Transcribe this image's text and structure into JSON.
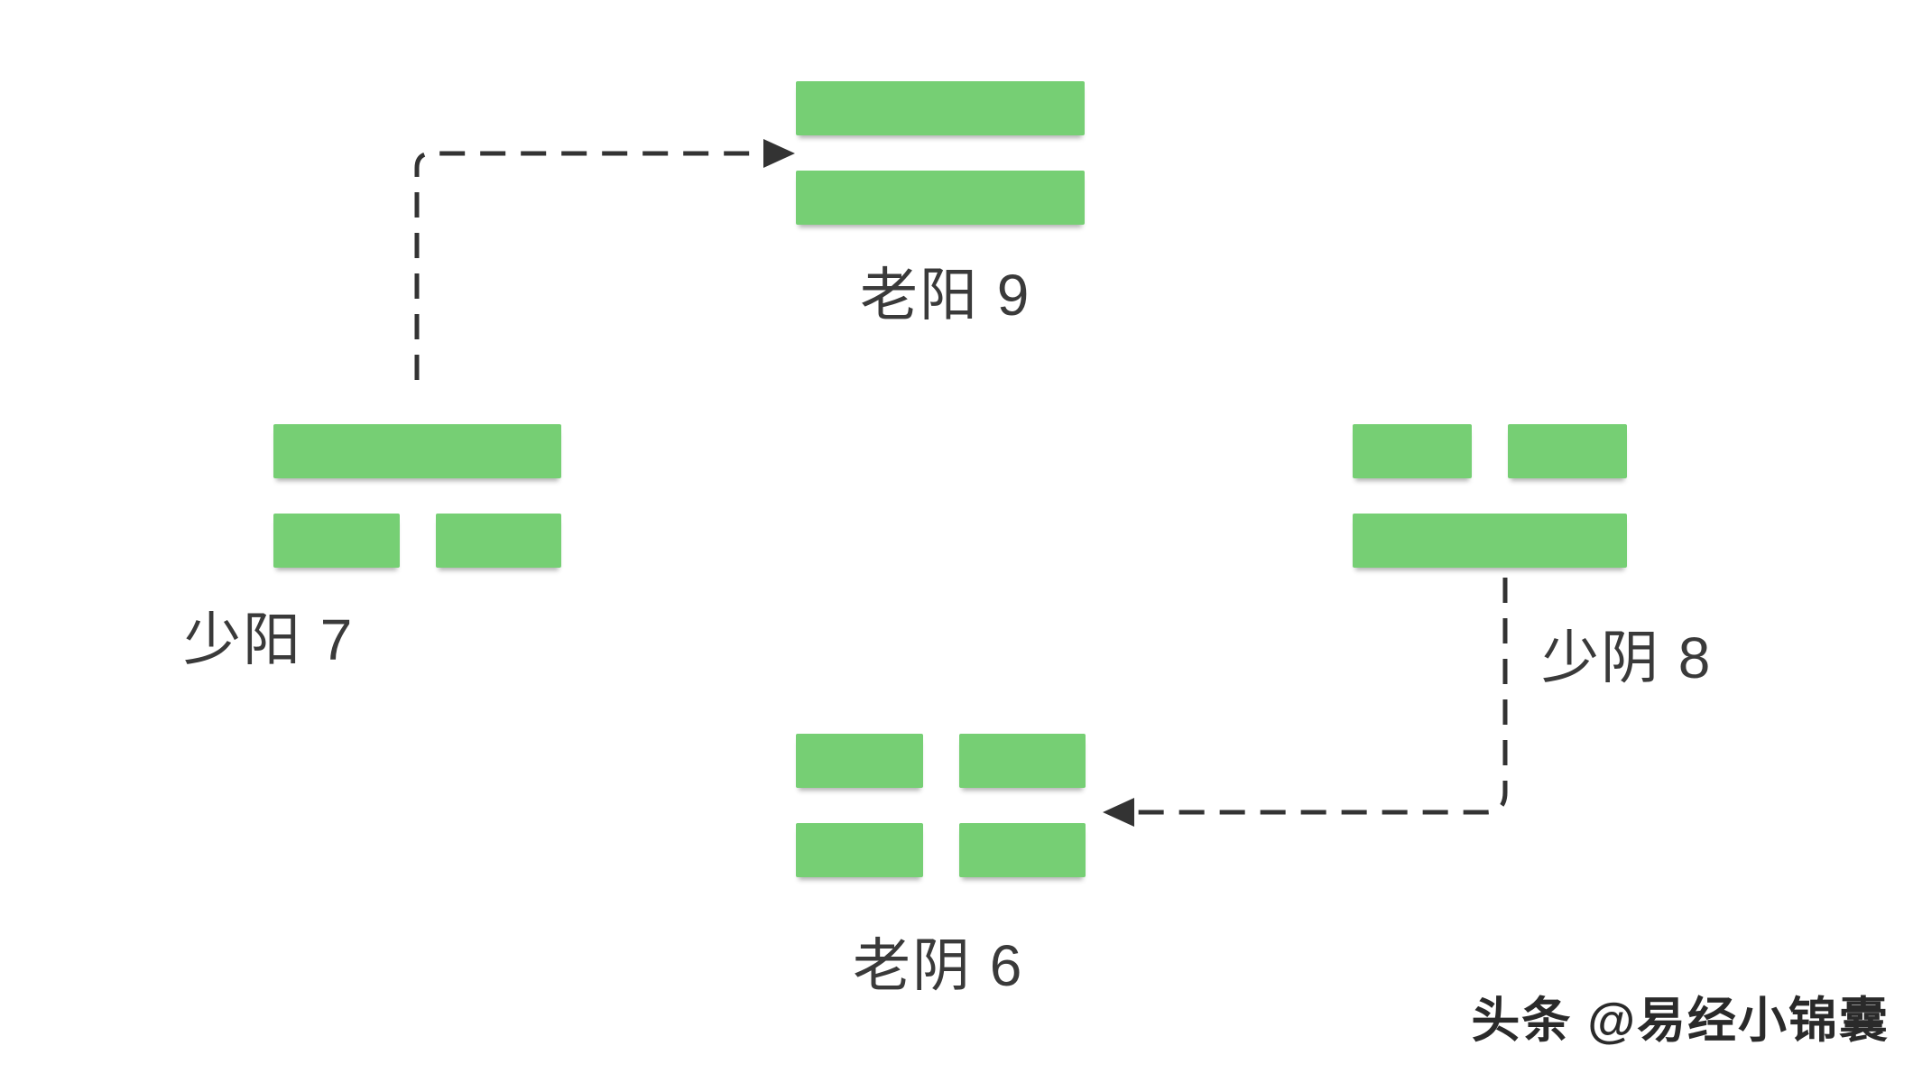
{
  "page": {
    "background": "#ffffff"
  },
  "diagram": {
    "type": "yijing-four-line-types",
    "colors": {
      "bar": "#76cf74",
      "arrow": "#333333",
      "label": "#3a3a3a",
      "watermark": "#1f1f1f"
    },
    "symbols": [
      {
        "id": "laoyang",
        "label": "老阳 9",
        "value": 9,
        "lines": [
          "solid",
          "solid"
        ]
      },
      {
        "id": "shaoyang",
        "label": "少阳 7",
        "value": 7,
        "lines": [
          "solid",
          "broken"
        ]
      },
      {
        "id": "shaoyin",
        "label": "少阴 8",
        "value": 8,
        "lines": [
          "broken",
          "solid"
        ]
      },
      {
        "id": "laoyin",
        "label": "老阴 6",
        "value": 6,
        "lines": [
          "broken",
          "broken"
        ]
      }
    ],
    "arrows": [
      {
        "from": "shaoyang",
        "to": "laoyang",
        "style": "dashed"
      },
      {
        "from": "shaoyin",
        "to": "laoyin",
        "style": "dashed"
      }
    ],
    "watermark": "头条 @易经小锦囊"
  }
}
